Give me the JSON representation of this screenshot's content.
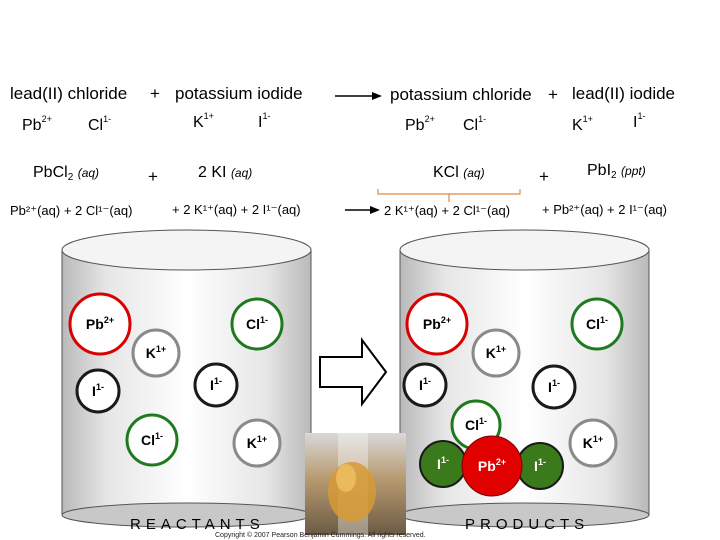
{
  "equation": {
    "word_left_1": "lead(II) chloride",
    "plus": "+",
    "word_left_2": "potassium iodide",
    "word_right_1": "potassium chloride",
    "word_right_2": "lead(II) iodide",
    "ions_row": {
      "pb": "Pb",
      "pb_charge": "2+",
      "cl": "Cl",
      "cl_charge": "1-",
      "k": "K",
      "k_charge": "1+",
      "i": "I",
      "i_charge": "1-"
    },
    "formula_row": {
      "pbcl2_main": "PbCl",
      "pbcl2_sub": "2",
      "pbcl2_state": "(aq)",
      "ki_coef": "2",
      "ki_main": "KI",
      "ki_state": "(aq)",
      "kcl_main": "KCl",
      "kcl_state": "(aq)",
      "pbi2_main": "PbI",
      "pbi2_sub": "2",
      "pbi2_state": "(ppt)"
    },
    "ionic_row": {
      "left": "Pb²⁺(aq) + 2 Cl¹⁻(aq)",
      "mid": "+ 2 K¹⁺(aq) + 2 I¹⁻(aq)",
      "right1": "2 K¹⁺(aq) + 2 Cl¹⁻(aq)",
      "right2": "+ Pb²⁺(aq) + 2 I¹⁻(aq)"
    }
  },
  "ions": {
    "pb_label": "Pb",
    "pb_charge": "2+",
    "cl_label": "Cl",
    "cl_charge": "1-",
    "k_label": "K",
    "k_charge": "1+",
    "i_label": "I",
    "i_charge": "1-"
  },
  "colors": {
    "pb_ring": "#d80000",
    "cl_ring": "#1f7a1f",
    "k_ring": "#8a8a8a",
    "i_ring": "#1a1a1a",
    "pb_precip_fill": "#e00000",
    "i_precip_fill": "#3a7a1a",
    "bracket": "#e08a3a"
  },
  "captions": {
    "reactants": "REACTANTS",
    "products": "PRODUCTS",
    "copyright": "Copyright © 2007 Pearson Benjamin Cummings. All rights reserved."
  }
}
